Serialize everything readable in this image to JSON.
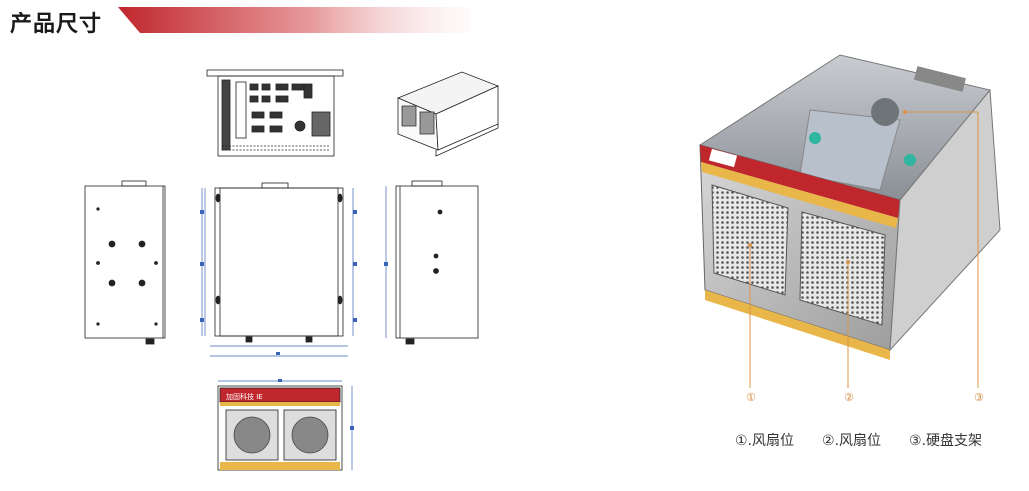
{
  "section": {
    "title": "产品尺寸"
  },
  "callouts": {
    "markers": [
      "①",
      "②",
      "③"
    ],
    "captions": [
      "①.风扇位",
      "②.风扇位",
      "③.硬盘支架"
    ]
  },
  "colors": {
    "accent_red": "#c0272d",
    "accent_gold": "#e9b64a",
    "drawing_blue": "#3a64b8",
    "leader_orange": "#d9954a"
  },
  "drawing": {
    "brand_mark": "加固科技 IE"
  }
}
